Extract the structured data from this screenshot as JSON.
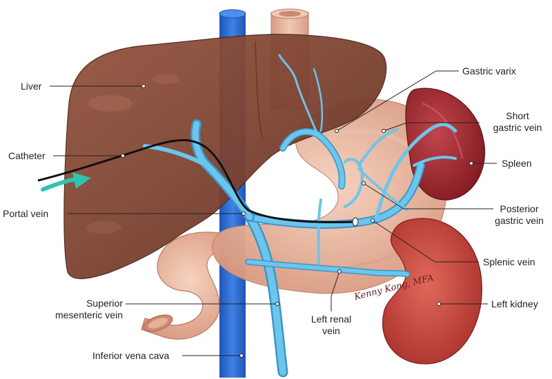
{
  "labels": {
    "liver": "Liver",
    "catheter": "Catheter",
    "portal_vein": "Portal vein",
    "smv_line1": "Superior",
    "smv_line2": "mesenteric vein",
    "ivc": "Inferior vena cava",
    "gastric_varix": "Gastric varix",
    "short_gastric_line1": "Short",
    "short_gastric_line2": "gastric vein",
    "spleen": "Spleen",
    "posterior_gastric_line1": "Posterior",
    "posterior_gastric_line2": "gastric vein",
    "splenic_vein": "Splenic vein",
    "left_kidney": "Left kidney",
    "left_renal_line1": "Left renal",
    "left_renal_line2": "vein"
  },
  "signature": "Kenny Kong, MFA",
  "colors": {
    "liver": "#7a4130",
    "stomach": "#e8b7a0",
    "vein": "#5bb6e0",
    "ivc": "#2f6fd0",
    "spleen": "#a0242b",
    "kidney": "#c7443c",
    "catheter": "#111111",
    "arrow": "#2ec4b0"
  }
}
